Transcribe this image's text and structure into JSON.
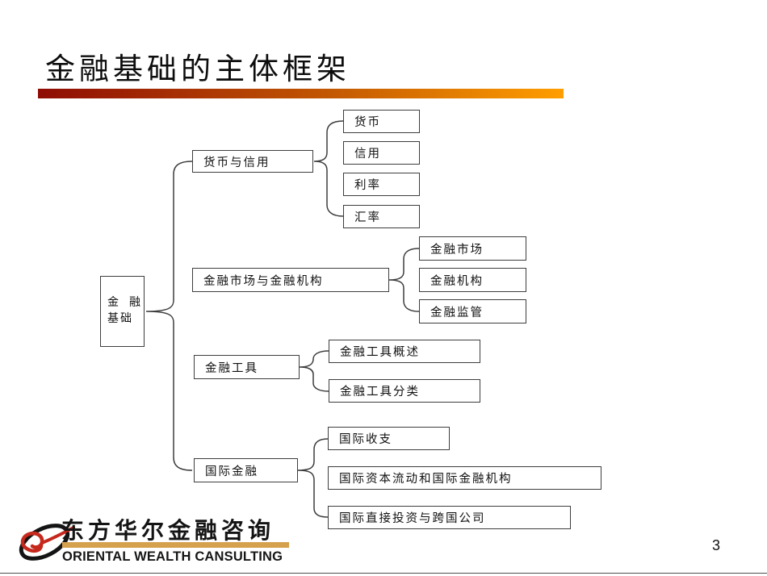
{
  "slide": {
    "title": "金融基础的主体框架",
    "page_number": "3",
    "accent_gradient_from": "#8e0c04",
    "accent_gradient_to": "#ff9e00"
  },
  "diagram": {
    "root": {
      "line1": "金  融",
      "line2": "基础"
    },
    "branches": [
      {
        "label": "货币与信用",
        "children": [
          "货币",
          "信用",
          "利率",
          "汇率"
        ]
      },
      {
        "label": "金融市场与金融机构",
        "children": [
          "金融市场",
          "金融机构",
          "金融监管"
        ]
      },
      {
        "label": "金融工具",
        "children": [
          "金融工具概述",
          "金融工具分类"
        ]
      },
      {
        "label": "国际金融",
        "children": [
          "国际收支",
          "国际资本流动和国际金融机构",
          "国际直接投资与跨国公司"
        ]
      }
    ],
    "box_border_color": "#3d3d3d"
  },
  "footer": {
    "logo_cn": "东方华尔金融咨询",
    "logo_en": "ORIENTAL WEALTH CANSULTING",
    "gold_bar_color": "#d5a14d",
    "logo_red": "#c5281c"
  }
}
